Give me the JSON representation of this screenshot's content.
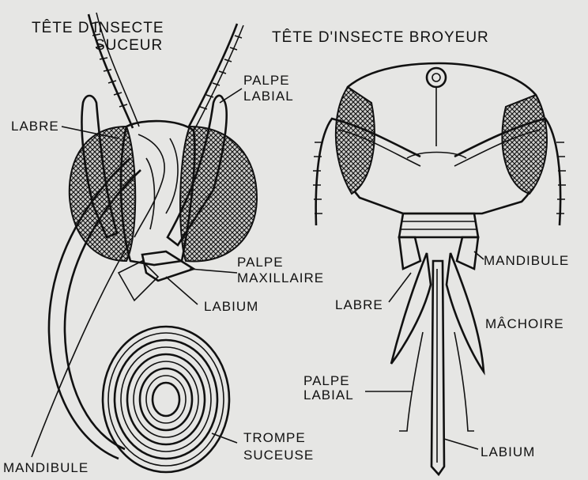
{
  "left_diagram": {
    "title_line1": "TÊTE D'INSECTE",
    "title_line2": "SUCEUR",
    "labels": {
      "labre": "LABRE",
      "palpe_labial_1": "PALPE",
      "palpe_labial_2": "LABIAL",
      "palpe_max_1": "PALPE",
      "palpe_max_2": "MAXILLAIRE",
      "labium": "LABIUM",
      "mandibule": "MANDIBULE",
      "trompe_1": "TROMPE",
      "trompe_2": "SUCEUSE"
    }
  },
  "right_diagram": {
    "title": "TÊTE D'INSECTE BROYEUR",
    "labels": {
      "mandibule": "MANDIBULE",
      "labre": "LABRE",
      "machoire": "MÂCHOIRE",
      "palpe_labial_1": "PALPE",
      "palpe_labial_2": "LABIAL",
      "labium": "LABIUM"
    }
  },
  "colors": {
    "background": "#e6e6e4",
    "ink": "#111111"
  }
}
